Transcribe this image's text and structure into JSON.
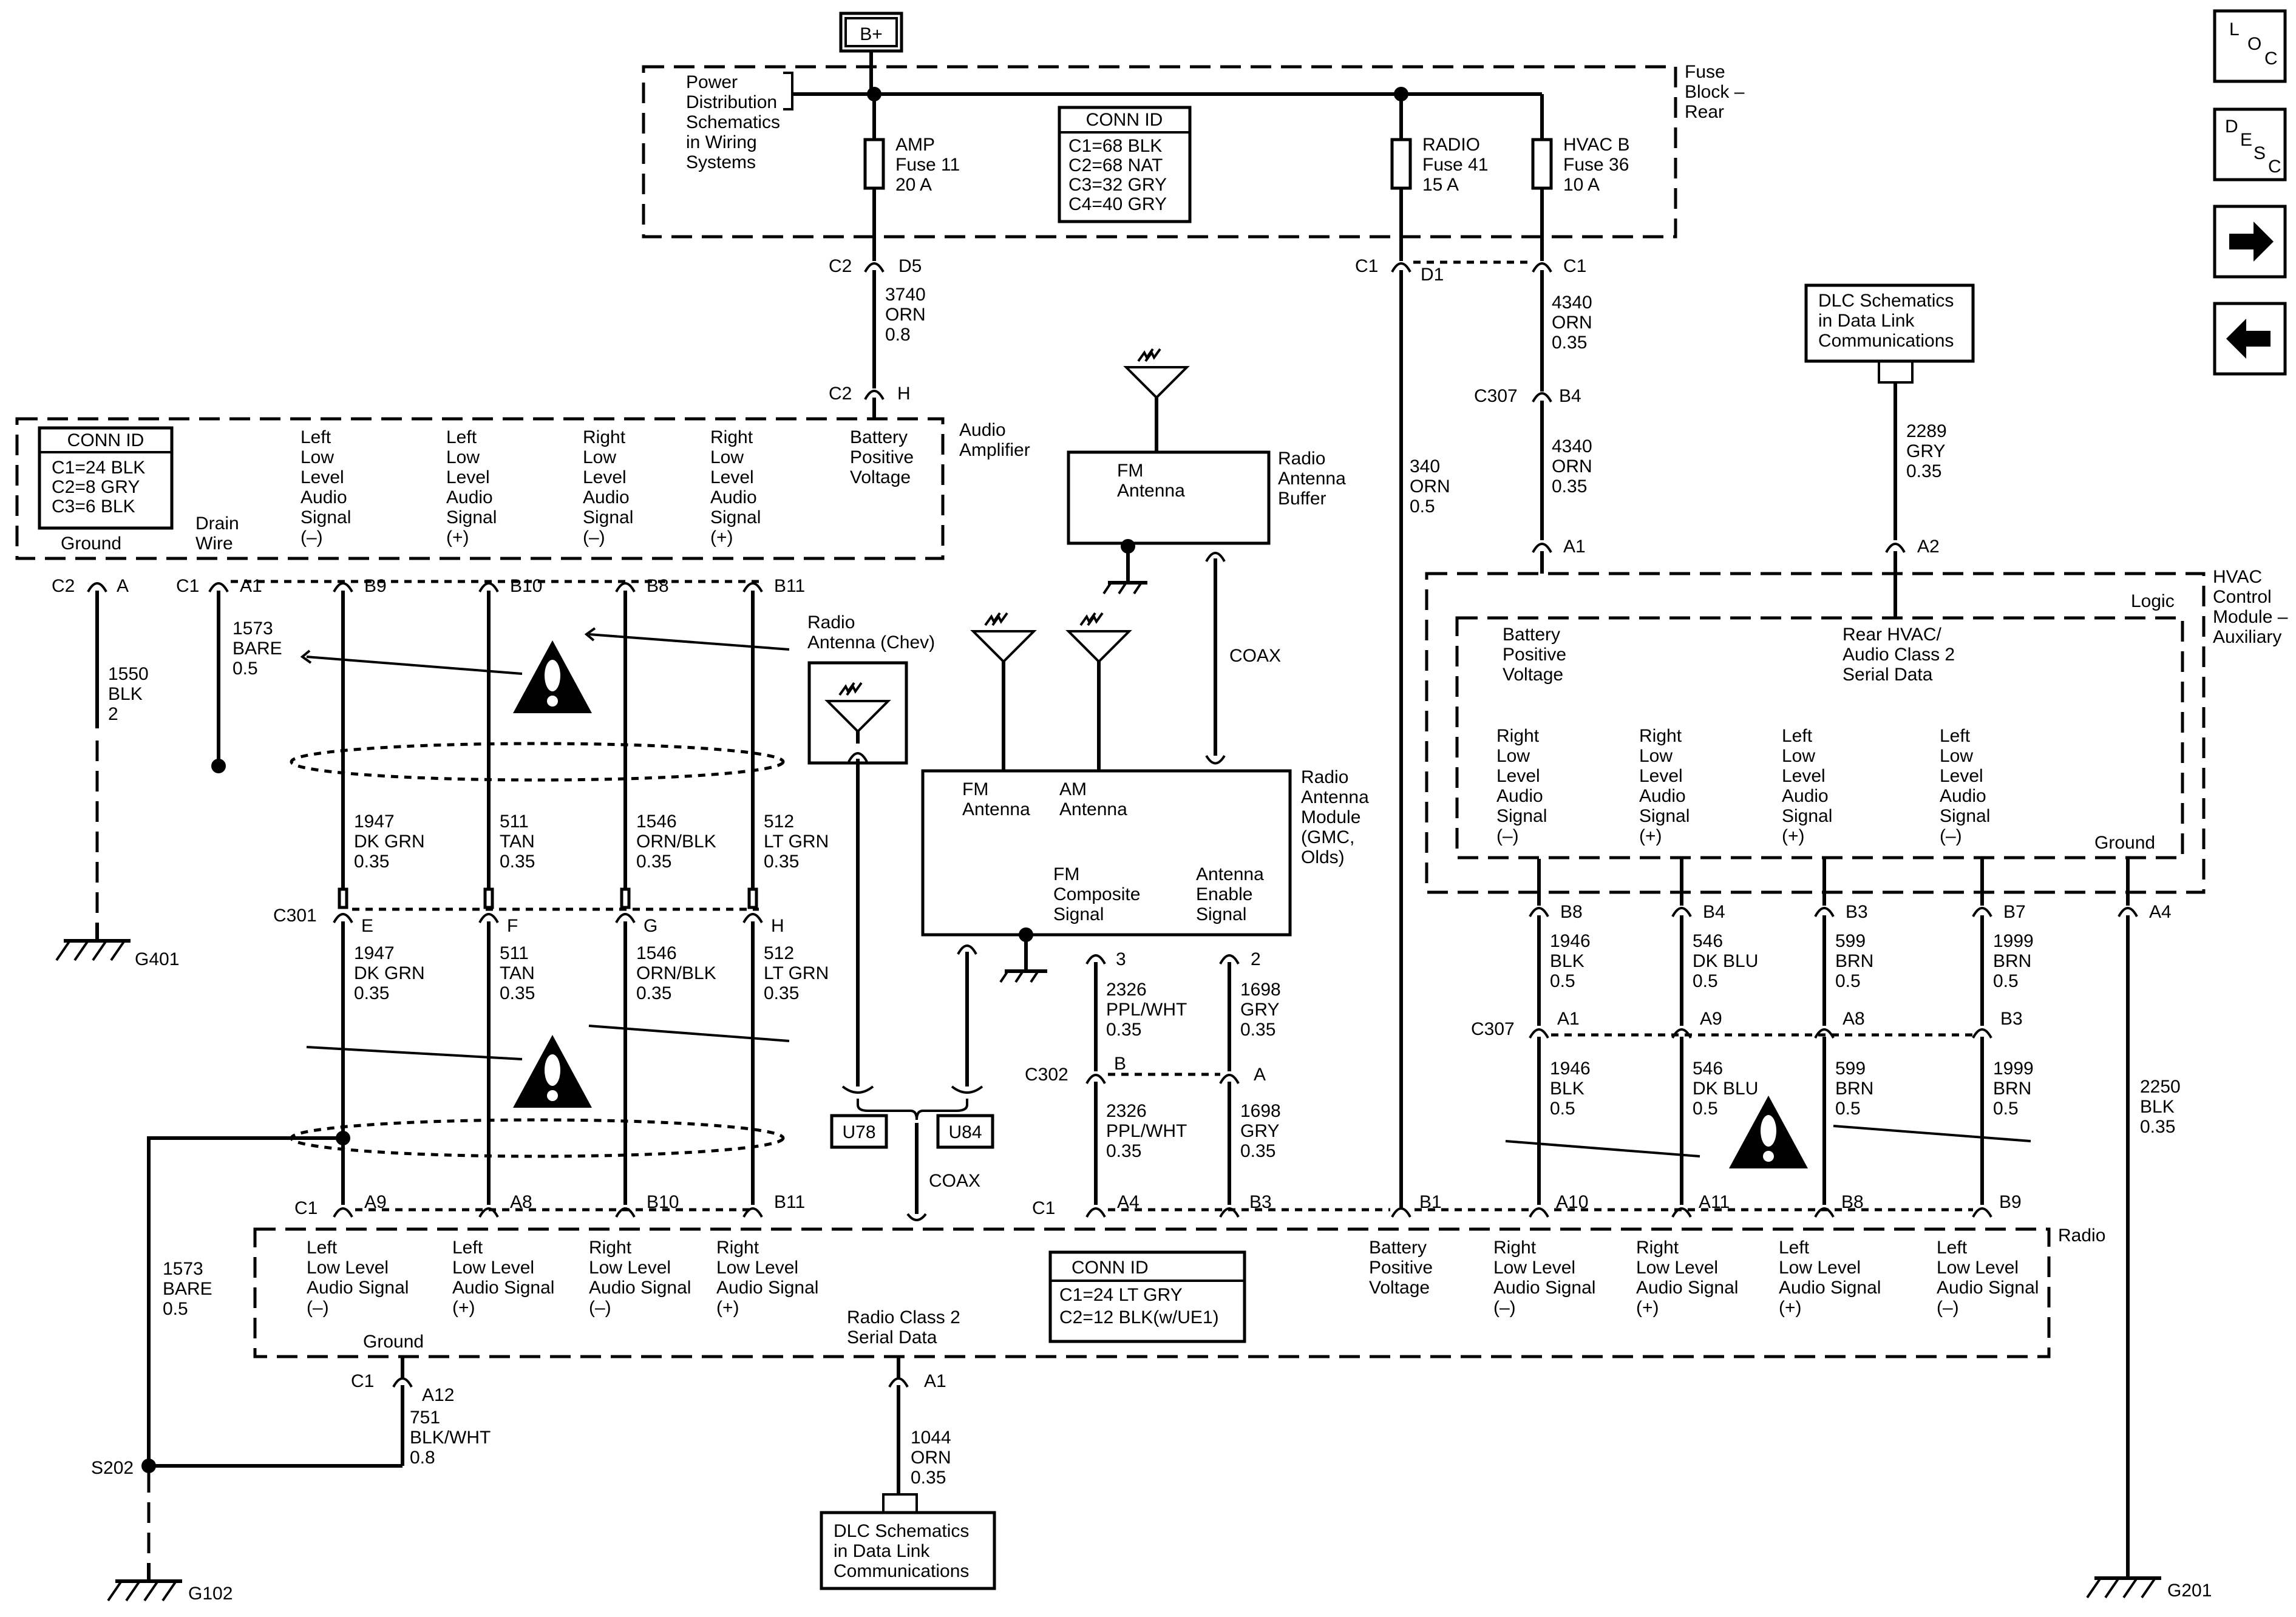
{
  "b_plus": "B+",
  "fuse_block": {
    "label": [
      "Fuse",
      "Block –",
      "Rear"
    ],
    "power_dist": [
      "Power",
      "Distribution",
      "Schematics",
      "in Wiring",
      "Systems"
    ],
    "fuses": [
      {
        "lines": [
          "AMP",
          "Fuse 11",
          "20 A"
        ]
      },
      {
        "lines": [
          "RADIO",
          "Fuse 41",
          "15 A"
        ]
      },
      {
        "lines": [
          "HVAC B",
          "Fuse 36",
          "10 A"
        ]
      }
    ],
    "conn_id": {
      "title": "CONN ID",
      "lines": [
        "C1=68 BLK",
        "C2=68 NAT",
        "C3=32 GRY",
        "C4=40 GRY"
      ]
    }
  },
  "amp": {
    "label": [
      "Audio",
      "Amplifier"
    ],
    "conn_id": {
      "title": "CONN ID",
      "lines": [
        "C1=24 BLK",
        "C2=8 GRY",
        "C3=6 BLK"
      ]
    },
    "ground": "Ground",
    "drain": [
      "Drain",
      "Wire"
    ],
    "pins_labels": [
      [
        "Left",
        "Low",
        "Level",
        "Audio",
        "Signal",
        "(–)"
      ],
      [
        "Left",
        "Low",
        "Level",
        "Audio",
        "Signal",
        "(+)"
      ],
      [
        "Right",
        "Low",
        "Level",
        "Audio",
        "Signal",
        "(–)"
      ],
      [
        "Right",
        "Low",
        "Level",
        "Audio",
        "Signal",
        "(+)"
      ],
      [
        "Battery",
        "Positive",
        "Voltage"
      ]
    ]
  },
  "connectors": {
    "c2_d5": [
      "C2",
      "D5"
    ],
    "c2_h": [
      "C2",
      "H"
    ],
    "c1_d1": [
      "C1",
      "D1"
    ],
    "c1": "C1",
    "c307_b4": [
      "C307",
      "B4"
    ],
    "a1": "A1",
    "a2": "A2",
    "amp_row": [
      "C2",
      "A",
      "C1",
      "A1",
      "B9",
      "B10",
      "B8",
      "B11"
    ],
    "c301": [
      "C301",
      "E",
      "F",
      "G",
      "H"
    ],
    "radio_row": [
      "C1",
      "A9",
      "A8",
      "B10",
      "B11",
      "C1",
      "A4",
      "B3",
      "B1",
      "A10",
      "A11",
      "B8",
      "B9"
    ],
    "hvac_row": [
      "B8",
      "B4",
      "B3",
      "B7",
      "A4"
    ],
    "c307_row": [
      "C307",
      "A1",
      "A9",
      "A8",
      "B3"
    ],
    "c302": [
      "C302",
      "B",
      "A"
    ],
    "ant_pins": [
      "3",
      "2"
    ],
    "radio_bottom": [
      "C1",
      "A12",
      "A1"
    ]
  },
  "wires": {
    "w3740": [
      "3740",
      "ORN",
      "0.8"
    ],
    "w4340a": [
      "4340",
      "ORN",
      "0.35"
    ],
    "w4340b": [
      "4340",
      "ORN",
      "0.35"
    ],
    "w340": [
      "340",
      "ORN",
      "0.5"
    ],
    "w2289": [
      "2289",
      "GRY",
      "0.35"
    ],
    "w1550": [
      "1550",
      "BLK",
      "2"
    ],
    "w1573a": [
      "1573",
      "BARE",
      "0.5"
    ],
    "upper": [
      [
        "1947",
        "DK GRN",
        "0.35"
      ],
      [
        "511",
        "TAN",
        "0.35"
      ],
      [
        "1546",
        "ORN/BLK",
        "0.35"
      ],
      [
        "512",
        "LT GRN",
        "0.35"
      ]
    ],
    "lower": [
      [
        "1947",
        "DK GRN",
        "0.35"
      ],
      [
        "511",
        "TAN",
        "0.35"
      ],
      [
        "1546",
        "ORN/BLK",
        "0.35"
      ],
      [
        "512",
        "LT GRN",
        "0.35"
      ]
    ],
    "w2326a": [
      "2326",
      "PPL/WHT",
      "0.35"
    ],
    "w1698a": [
      "1698",
      "GRY",
      "0.35"
    ],
    "w2326b": [
      "2326",
      "PPL/WHT",
      "0.35"
    ],
    "w1698b": [
      "1698",
      "GRY",
      "0.35"
    ],
    "hvac_upper": [
      [
        "1946",
        "BLK",
        "0.5"
      ],
      [
        "546",
        "DK BLU",
        "0.5"
      ],
      [
        "599",
        "BRN",
        "0.5"
      ],
      [
        "1999",
        "BRN",
        "0.5"
      ]
    ],
    "hvac_lower": [
      [
        "1946",
        "BLK",
        "0.5"
      ],
      [
        "546",
        "DK BLU",
        "0.5"
      ],
      [
        "599",
        "BRN",
        "0.5"
      ],
      [
        "1999",
        "BRN",
        "0.5"
      ]
    ],
    "w2250": [
      "2250",
      "BLK",
      "0.35"
    ],
    "w1573b": [
      "1573",
      "BARE",
      "0.5"
    ],
    "w751": [
      "751",
      "BLK/WHT",
      "0.8"
    ],
    "w1044": [
      "1044",
      "ORN",
      "0.35"
    ]
  },
  "grounds": [
    "G401",
    "G102",
    "G201"
  ],
  "splice": "S202",
  "antenna": {
    "fm_antenna": [
      "FM",
      "Antenna"
    ],
    "buffer": [
      "Radio",
      "Antenna",
      "Buffer"
    ],
    "coax": "COAX",
    "chev": [
      "Radio",
      "Antenna (Chev)"
    ],
    "module": [
      "Radio",
      "Antenna",
      "Module",
      "(GMC,",
      "Olds)"
    ],
    "mod_fm": [
      "FM",
      "Antenna"
    ],
    "mod_am": [
      "AM",
      "Antenna"
    ],
    "mod_fmc": [
      "FM",
      "Composite",
      "Signal"
    ],
    "mod_ena": [
      "Antenna",
      "Enable",
      "Signal"
    ],
    "u78": "U78",
    "u84": "U84",
    "coax2": "COAX"
  },
  "hvac": {
    "label": [
      "HVAC",
      "Control",
      "Module –",
      "Auxiliary"
    ],
    "logic": "Logic",
    "batt": [
      "Battery",
      "Positive",
      "Voltage"
    ],
    "serial": [
      "Rear HVAC/",
      "Audio Class 2",
      "Serial Data"
    ],
    "signals": [
      [
        "Right",
        "Low",
        "Level",
        "Audio",
        "Signal",
        "(–)"
      ],
      [
        "Right",
        "Low",
        "Level",
        "Audio",
        "Signal",
        "(+)"
      ],
      [
        "Left",
        "Low",
        "Level",
        "Audio",
        "Signal",
        "(+)"
      ],
      [
        "Left",
        "Low",
        "Level",
        "Audio",
        "Signal",
        "(–)"
      ]
    ],
    "ground": "Ground"
  },
  "dlc_top": [
    "DLC Schematics",
    "in Data Link",
    "Communications"
  ],
  "dlc_bottom": [
    "DLC Schematics",
    "in Data Link",
    "Communications"
  ],
  "radio": {
    "label": "Radio",
    "signals": [
      [
        "Left",
        "Low Level",
        "Audio Signal",
        "(–)"
      ],
      [
        "Left",
        "Low Level",
        "Audio Signal",
        "(+)"
      ],
      [
        "Right",
        "Low Level",
        "Audio Signal",
        "(–)"
      ],
      [
        "Right",
        "Low Level",
        "Audio Signal",
        "(+)"
      ]
    ],
    "conn_id": {
      "title": "CONN ID",
      "lines": [
        "C1=24 LT GRY",
        "C2=12 BLK(w/UE1)"
      ]
    },
    "batt": [
      "Battery",
      "Positive",
      "Voltage"
    ],
    "right_signals": [
      [
        "Right",
        "Low Level",
        "Audio Signal",
        "(–)"
      ],
      [
        "Right",
        "Low Level",
        "Audio Signal",
        "(+)"
      ],
      [
        "Left",
        "Low Level",
        "Audio Signal",
        "(+)"
      ],
      [
        "Left",
        "Low Level",
        "Audio Signal",
        "(–)"
      ]
    ],
    "ground": "Ground",
    "serial": [
      "Radio Class 2",
      "Serial Data"
    ]
  },
  "nav": {
    "loc": [
      "L",
      "O",
      "C"
    ],
    "desc": [
      "D",
      "E",
      "S",
      "C"
    ],
    "next_icon": "arrow-right-icon",
    "prev_icon": "arrow-left-icon"
  }
}
